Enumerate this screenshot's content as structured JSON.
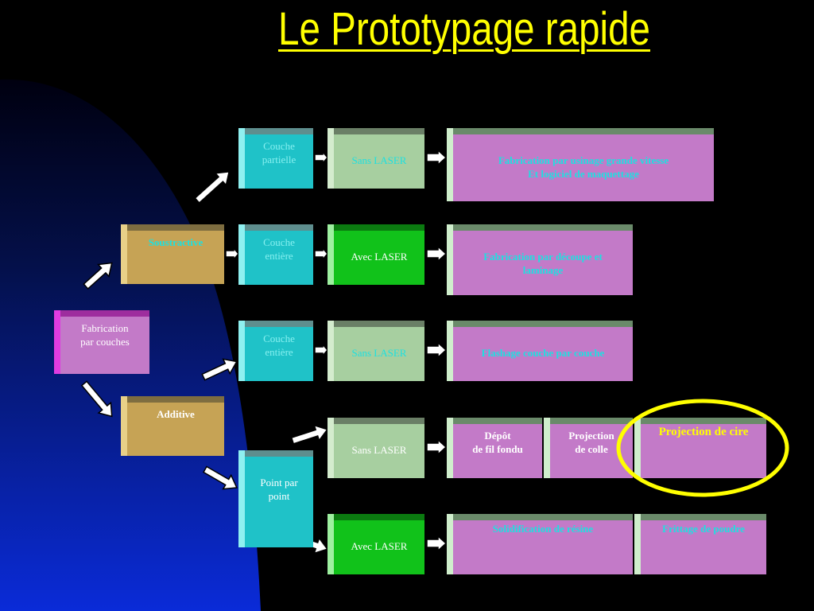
{
  "title": "Le Prototypage rapide",
  "colors": {
    "cyan": "#1fc2c8",
    "green_gray": "#a7cfa0",
    "bright_green": "#11c21a",
    "magenta": "#c37ac8",
    "tan": "#c6a355",
    "yellow": "#ffff00"
  },
  "nodes": {
    "fabrication": "Fabrication\npar couches",
    "soustractive": "Soustractive",
    "additive": "Additive",
    "couche_partielle": "Couche\npartielle",
    "couche_entiere_1": "Couche\nentière",
    "couche_entiere_2": "Couche\nentière",
    "point_par_point": "Point par\npoint",
    "sans_laser_1": "Sans LASER",
    "avec_laser_1": "Avec LASER",
    "sans_laser_2": "Sans LASER",
    "sans_laser_3": "Sans LASER",
    "avec_laser_2": "Avec LASER",
    "usinage": "Fabrication par usinage grande vitesse\nEt logiciel de maquettage",
    "decoupe": "Fabrication par découpe et\nlaminage",
    "flashage": "Flashage couche par couche",
    "depot": "Dépôt\nde fil fondu",
    "projection_colle": "Projection\nde colle",
    "projection_cire": "Projection  de cire",
    "solidification": "Solidification de résine",
    "frittage": "Frittage de poudre"
  }
}
